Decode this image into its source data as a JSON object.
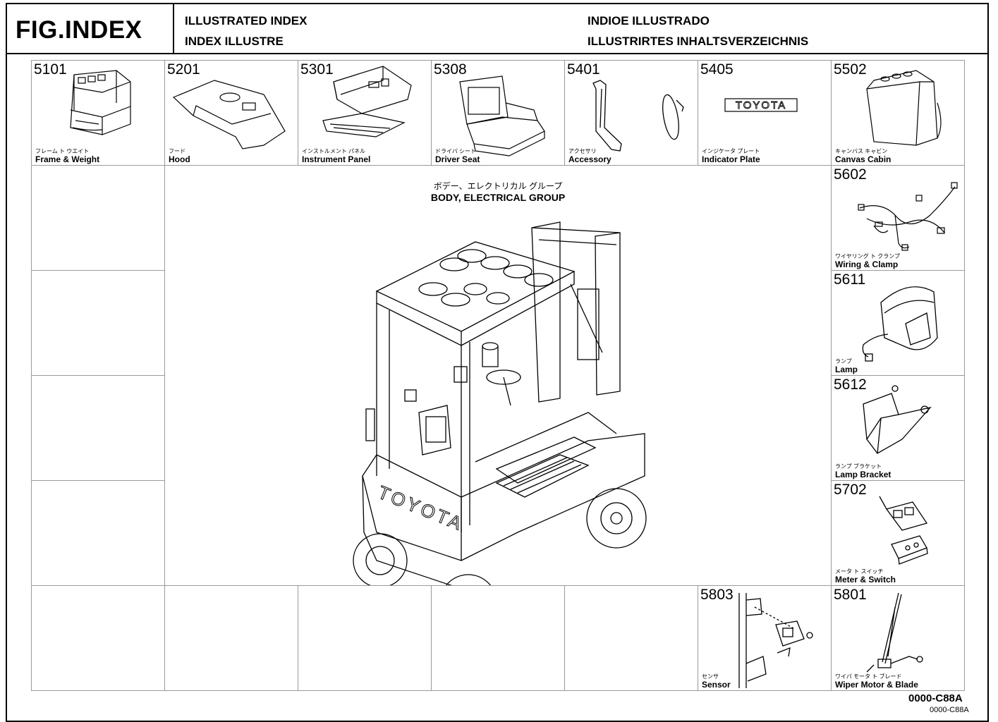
{
  "header": {
    "fig_title": "FIG.INDEX",
    "titles": [
      "ILLUSTRATED INDEX",
      "INDEX ILLUSTRE",
      "INDIOE ILLUSTRADO",
      "ILLUSTRIRTES INHALTSVERZEICHNIS"
    ]
  },
  "cells": [
    {
      "code": "5101",
      "jp": "フレーム ト ウエイト",
      "en": "Frame & Weight",
      "icon": "cabin-frame-icon"
    },
    {
      "code": "5201",
      "jp": "フード",
      "en": "Hood",
      "icon": "hood-icon"
    },
    {
      "code": "5301",
      "jp": "インストルメント パネル",
      "en": "Instrument Panel",
      "icon": "instrument-panel-icon"
    },
    {
      "code": "5308",
      "jp": "ドライバ シート",
      "en": "Driver Seat",
      "icon": "seat-icon"
    },
    {
      "code": "5401",
      "jp": "アクセサリ",
      "en": "Accessory",
      "icon": "mirror-icon"
    },
    {
      "code": "5405",
      "jp": "インジケータ プレート",
      "en": "Indicator Plate",
      "icon": "toyota-plate-icon",
      "plate_text": "TOYOTA"
    },
    {
      "code": "5502",
      "jp": "キャンバス キャビン",
      "en": "Canvas Cabin",
      "icon": "canvas-cabin-icon"
    },
    {
      "code": "5602",
      "jp": "ワイヤリング ト クランプ",
      "en": "Wiring & Clamp",
      "icon": "wiring-icon"
    },
    {
      "code": "5611",
      "jp": "ランプ",
      "en": "Lamp",
      "icon": "lamp-icon"
    },
    {
      "code": "5612",
      "jp": "ランプ ブラケット",
      "en": "Lamp Bracket",
      "icon": "lamp-bracket-icon"
    },
    {
      "code": "5702",
      "jp": "メータ ト スイッチ",
      "en": "Meter & Switch",
      "icon": "meter-switch-icon"
    },
    {
      "code": "5803",
      "jp": "センサ",
      "en": "Sensor",
      "icon": "sensor-icon"
    },
    {
      "code": "5801",
      "jp": "ワイパ モータ ト ブレード",
      "en": "Wiper Motor & Blade",
      "icon": "wiper-icon"
    }
  ],
  "center": {
    "jp_title": "ボデー、エレクトリカル グループ",
    "en_title": "BODY, ELECTRICAL GROUP",
    "icon": "forklift-icon",
    "counterweight_text": "TOYOTA"
  },
  "footer": {
    "code_main": "0000-C88A",
    "code_small": "0000-C88A"
  }
}
